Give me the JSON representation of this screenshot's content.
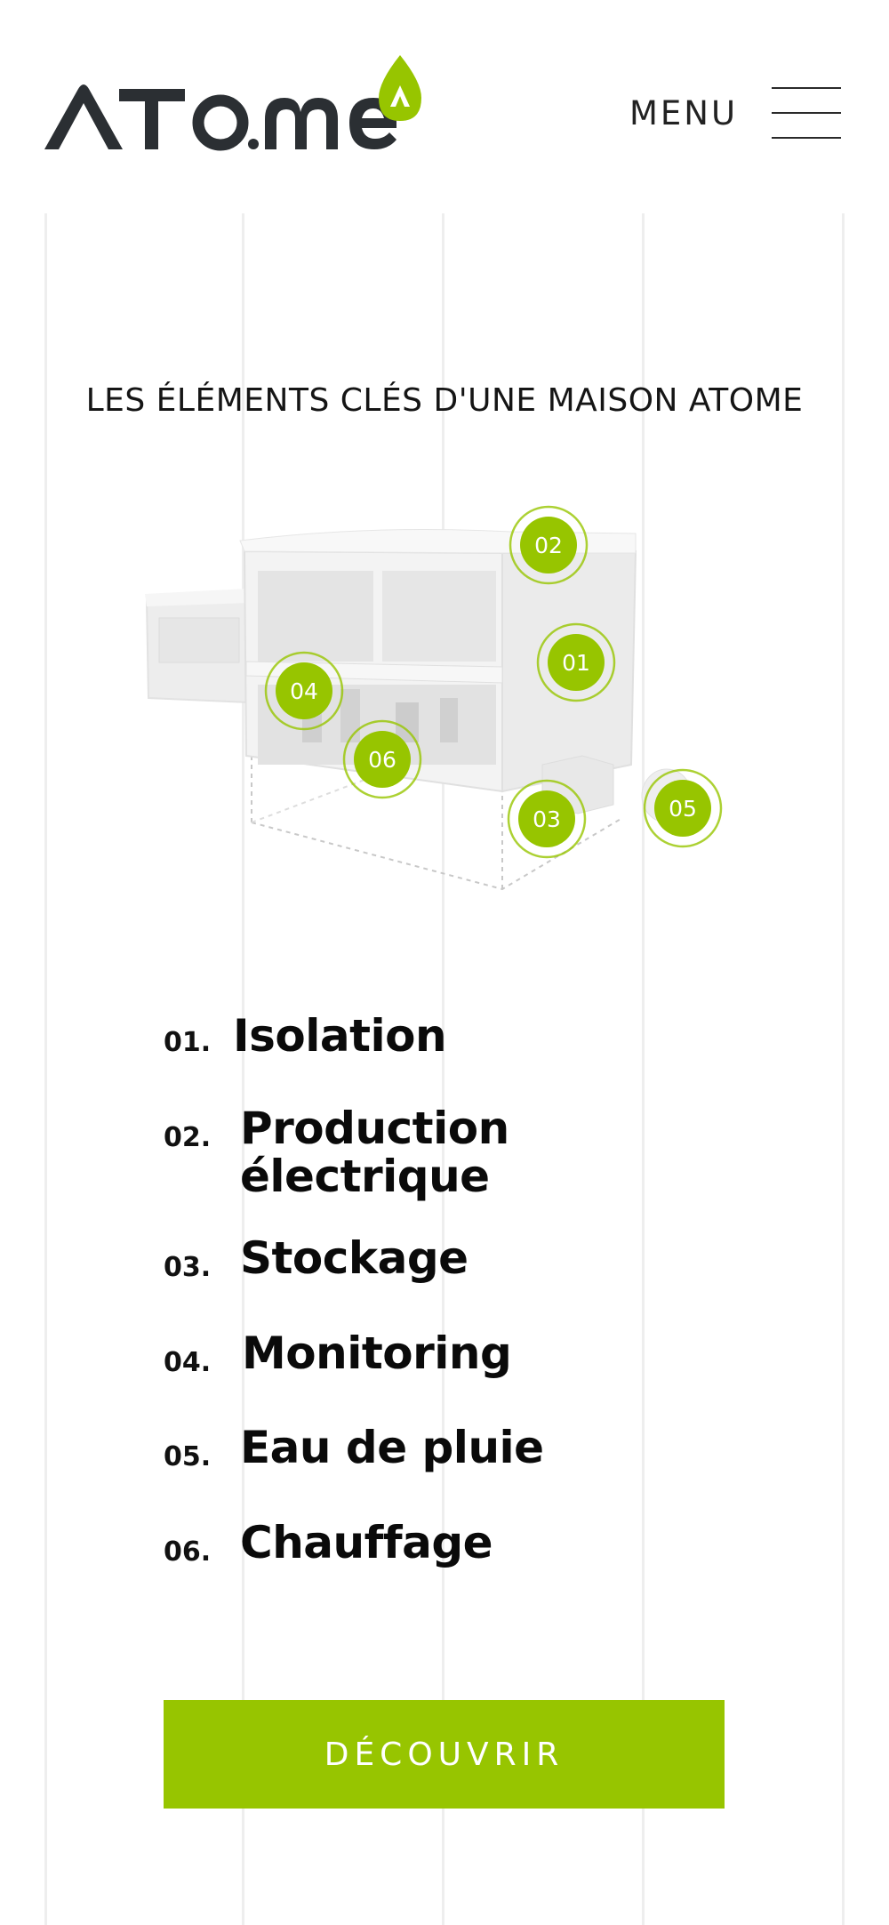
{
  "header": {
    "logo_text": "ATOme",
    "menu_label": "MENU"
  },
  "section": {
    "title": "LES ÉLÉMENTS CLÉS D'UNE MAISON ATOME"
  },
  "hotspots": [
    "01",
    "02",
    "03",
    "04",
    "05",
    "06"
  ],
  "features": [
    {
      "num": "01.",
      "label": "Isolation"
    },
    {
      "num": "02.",
      "label": "Production électrique"
    },
    {
      "num": "03.",
      "label": "Stockage"
    },
    {
      "num": "04.",
      "label": "Monitoring"
    },
    {
      "num": "05.",
      "label": "Eau de pluie"
    },
    {
      "num": "06.",
      "label": "Chauffage"
    }
  ],
  "cta": {
    "label": "DÉCOUVRIR"
  },
  "colors": {
    "accent": "#97c500",
    "logo_dark": "#2b2f33",
    "text": "#111111"
  }
}
